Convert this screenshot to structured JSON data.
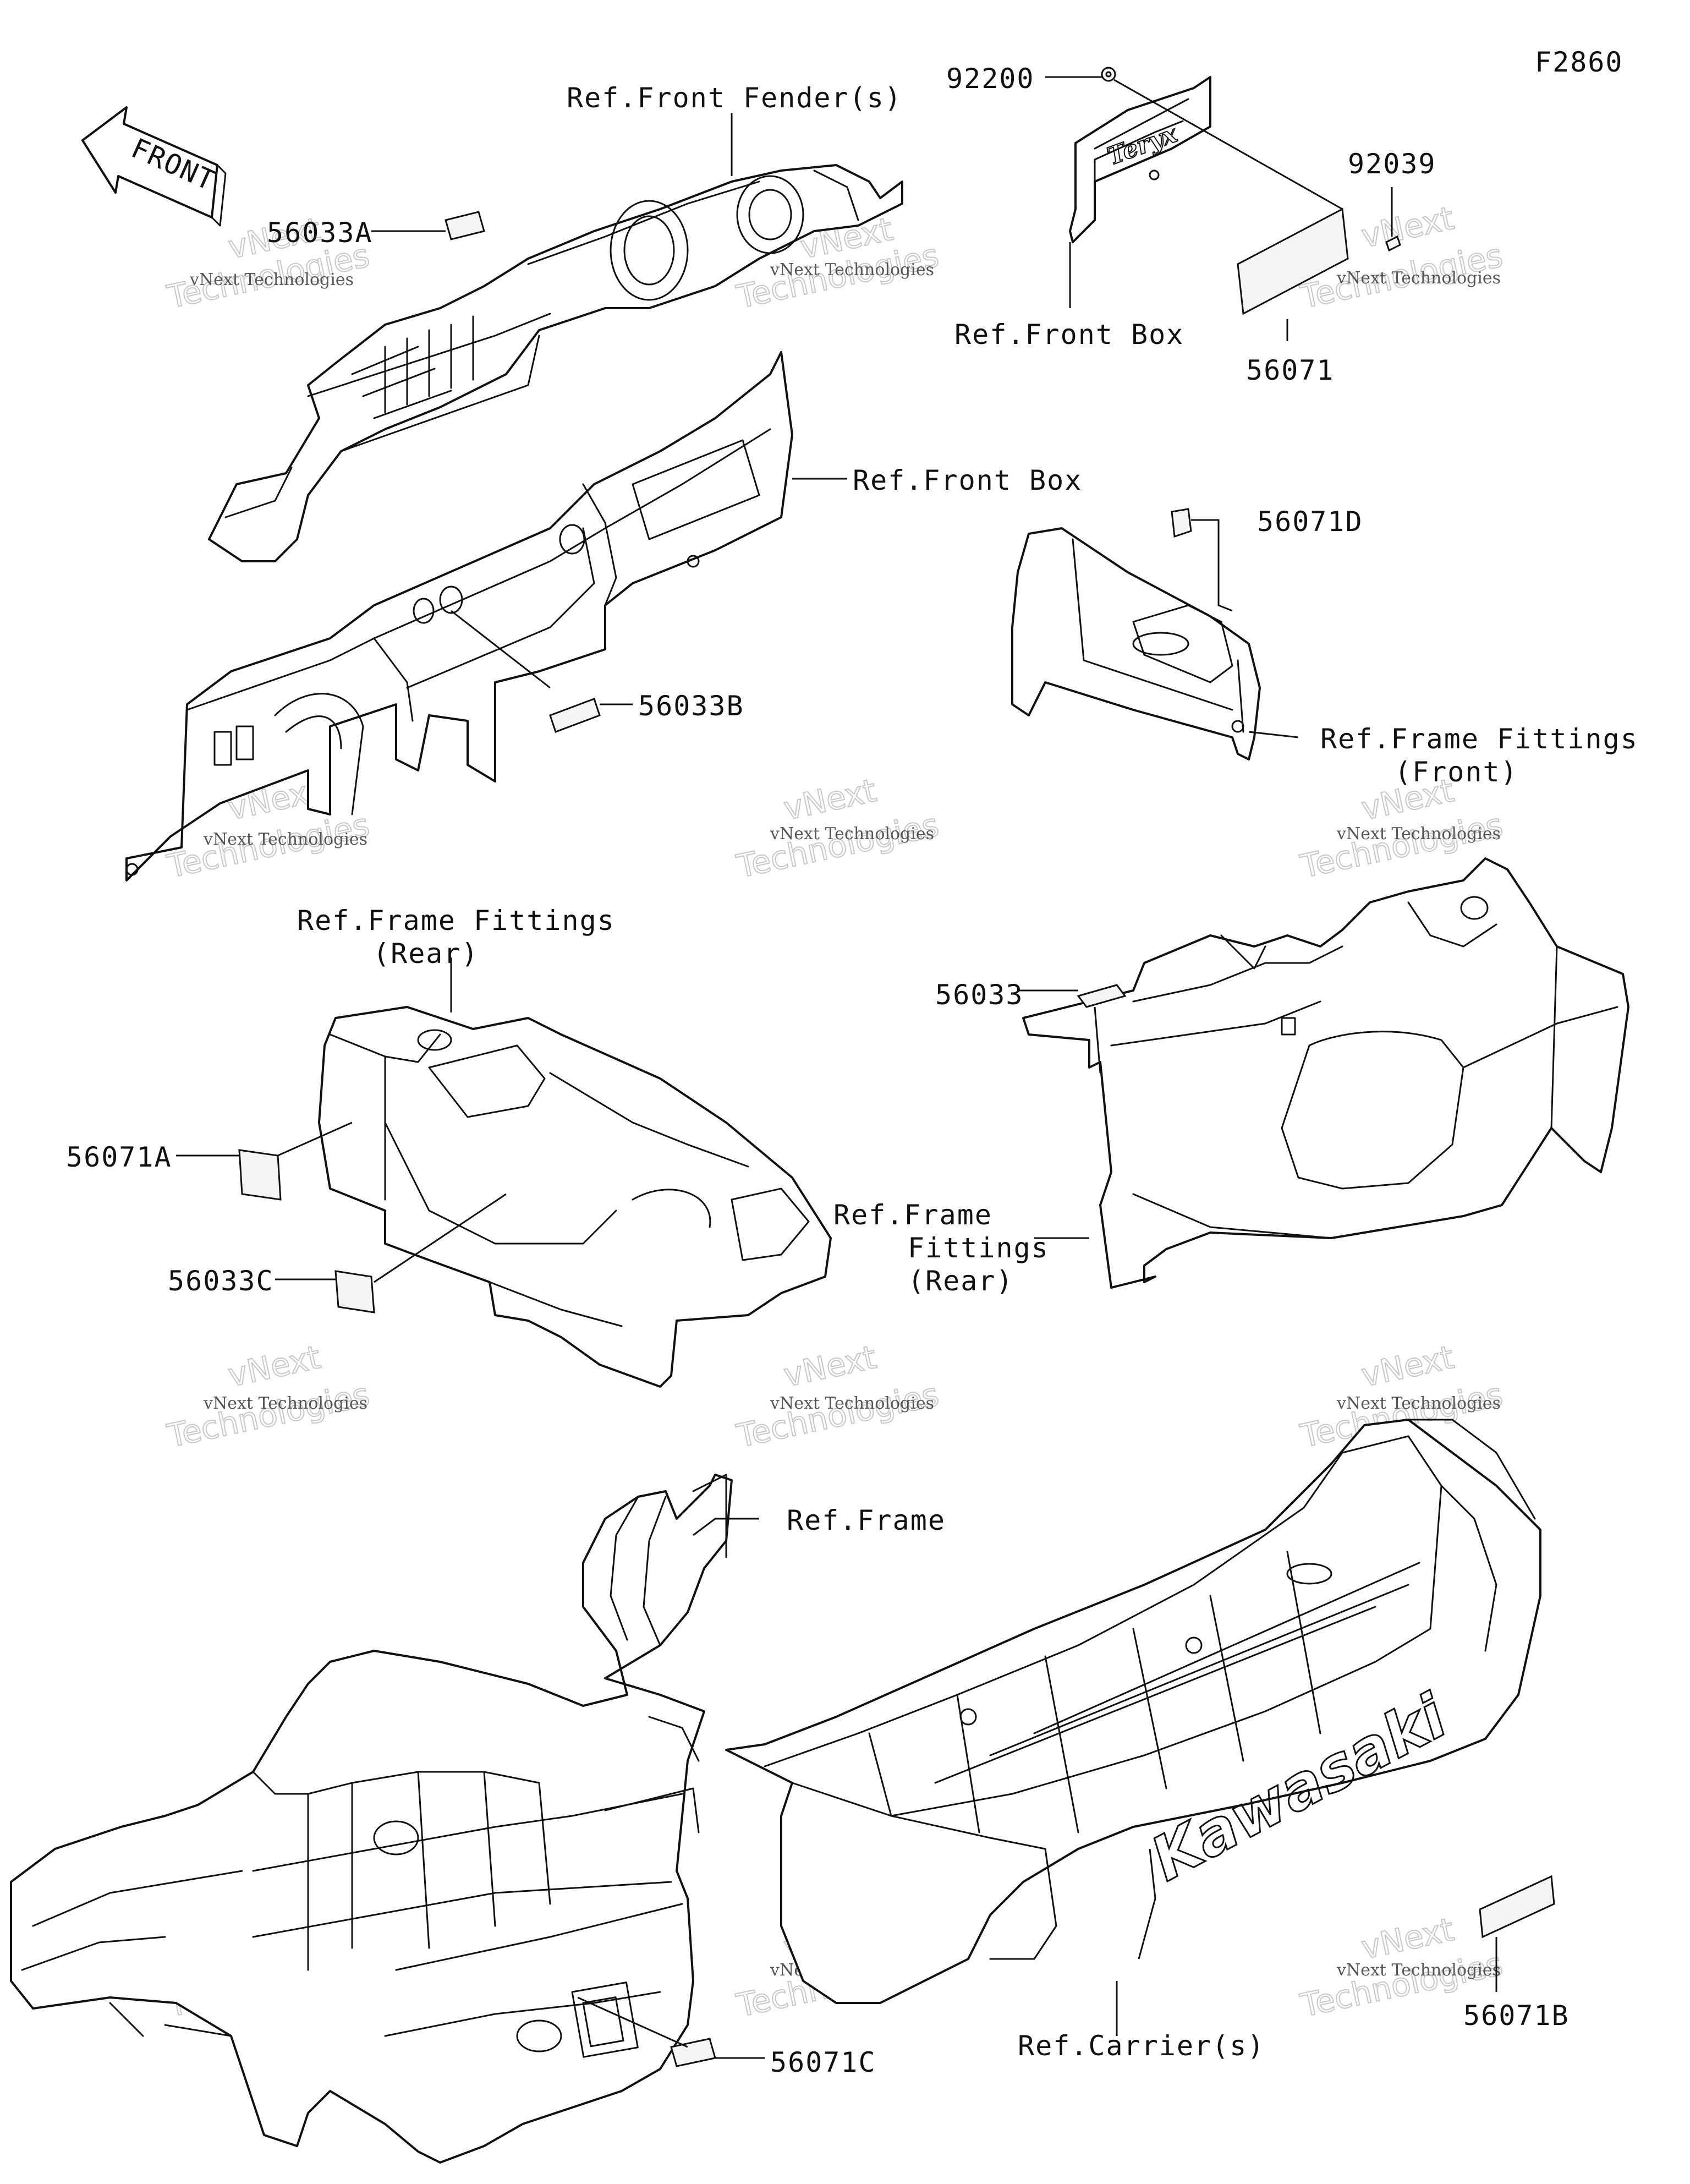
{
  "figure_code": "F2860",
  "front_arrow_label": "FRONT",
  "labels": {
    "ref_front_fenders": "Ref.Front Fender(s)",
    "p92200": "92200",
    "p92039": "92039",
    "p56033A": "56033A",
    "ref_front_box_top": "Ref.Front Box",
    "p56071": "56071",
    "ref_front_box": "Ref.Front Box",
    "p56071D": "56071D",
    "p56033B": "56033B",
    "ref_frame_fittings_front_1": "Ref.Frame Fittings",
    "ref_frame_fittings_front_2": "(Front)",
    "ref_frame_fittings_rear_1": "Ref.Frame Fittings",
    "ref_frame_fittings_rear_2": "(Rear)",
    "p56033": "56033",
    "p56071A": "56071A",
    "ref_frame_fittings_rear_b1": "Ref.Frame",
    "ref_frame_fittings_rear_b2": "Fittings",
    "ref_frame_fittings_rear_b3": "(Rear)",
    "p56033C": "56033C",
    "ref_frame": "Ref.Frame",
    "p56071B": "56071B",
    "ref_carriers": "Ref.Carrier(s)",
    "p56071C": "56071C"
  },
  "carrier_logo": "Kawasaki",
  "hood_logo": "Teryx",
  "watermark": {
    "line1": "vNext Technologies",
    "line2": "Technologies",
    "line3": "vNext"
  },
  "colors": {
    "ink": "#111111",
    "watermark": "#c8c8c8",
    "background": "#ffffff"
  }
}
